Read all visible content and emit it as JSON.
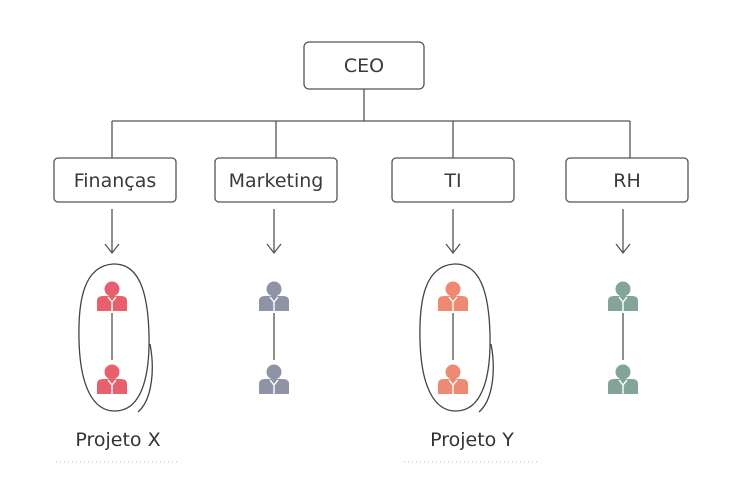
{
  "root": {
    "label": "CEO"
  },
  "departments": [
    {
      "label": "Finanças",
      "color": "#e8606e"
    },
    {
      "label": "Marketing",
      "color": "#8e93a6"
    },
    {
      "label": "TI",
      "color": "#ee8a72"
    },
    {
      "label": "RH",
      "color": "#83a49a"
    }
  ],
  "groups": [
    {
      "label": "Projeto X"
    },
    {
      "label": "Projeto Y"
    }
  ],
  "colors": {
    "line": "#555555",
    "box_border": "#555555"
  }
}
